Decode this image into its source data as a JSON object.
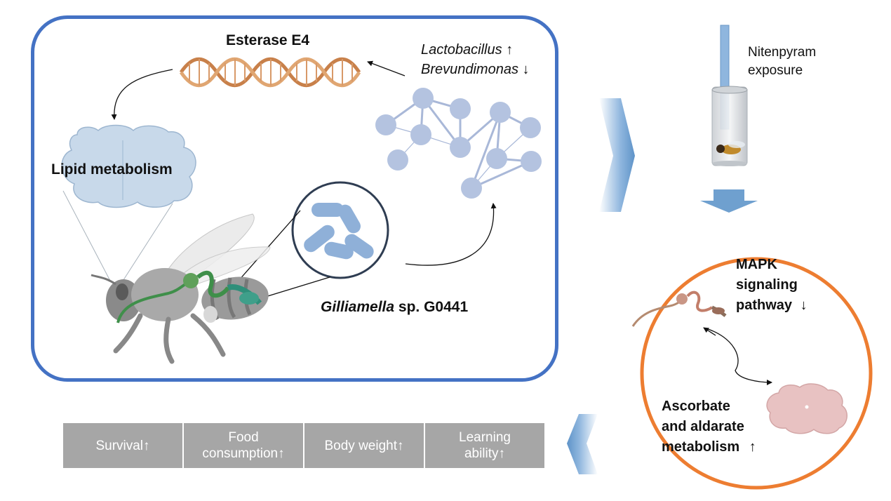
{
  "panel": {
    "enzyme_label": "Esterase E4",
    "lipid_label": "Lipid metabolism",
    "bacteria_top": "Lactobacillus",
    "bacteria_top_arrow": "↑",
    "bacteria_bottom": "Brevundimonas",
    "bacteria_bottom_arrow": "↓",
    "strain_italic": "Gilliamella",
    "strain_rest": " sp. G0441"
  },
  "exposure": {
    "line1": "Nitenpyram",
    "line2": "exposure"
  },
  "circle": {
    "mapk_1": "MAPK",
    "mapk_2": "signaling",
    "mapk_3": "pathway",
    "mapk_arrow": "↓",
    "asc_1": "Ascorbate",
    "asc_2": "and aldarate",
    "asc_3": "metabolism",
    "asc_arrow": "↑"
  },
  "outcomes": [
    {
      "label": "Survival",
      "arrow": "↑"
    },
    {
      "label": "Food consumption",
      "arrow": "↑"
    },
    {
      "label": "Body weight",
      "arrow": "↑"
    },
    {
      "label": "Learning ability",
      "arrow": "↑"
    }
  ],
  "colors": {
    "panel_border": "#4472c4",
    "circle_border": "#ed7d31",
    "bar_fill": "#a6a6a6",
    "network_node": "#b4c3e0",
    "flow_arrow": "#6fa0cf",
    "dna": "#c8804a",
    "gut": "#3f8f4a"
  }
}
